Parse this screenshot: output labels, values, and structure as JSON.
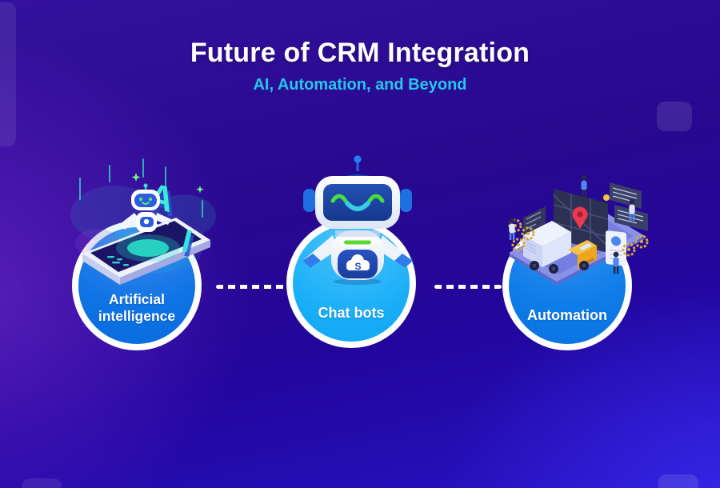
{
  "header": {
    "title": "Future of CRM Integration",
    "subtitle": "AI, Automation, and Beyond"
  },
  "nodes": [
    {
      "id": "artificial-intelligence",
      "label": "Artificial intelligence",
      "label_lines": [
        "Artificial",
        "intelligence"
      ],
      "illustration": "ai-phone-robot"
    },
    {
      "id": "chat-bots",
      "label": "Chat bots",
      "illustration": "chatbot-robot"
    },
    {
      "id": "automation",
      "label": "Automation",
      "illustration": "logistics-automation"
    }
  ],
  "illustration_text": {
    "ai_letter_a": "A",
    "ai_letter_i": "I",
    "chatbot_chest_letter": "S"
  },
  "colors": {
    "background_purple": "#34119c",
    "background_deep_blue": "#22069e",
    "background_bright_blue": "#2713c2",
    "accent_cyan": "#24c8ea",
    "accent_teal": "#2fe8d0",
    "circle_blue": "#0f74e4",
    "circle_light_blue": "#17adf7",
    "ring_white": "#ffffff",
    "robot_screen_blue": "#1c4096",
    "robot_eye_green": "#46de40",
    "status_green": "#5fd732",
    "truck_yellow": "#f6b93e",
    "pin_red": "#e8394f",
    "gear_gold": "#d9a83e"
  }
}
